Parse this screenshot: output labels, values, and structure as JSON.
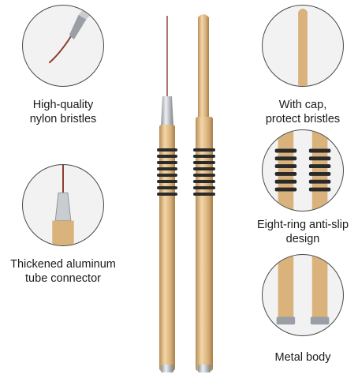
{
  "features": [
    {
      "id": "bristles",
      "label_line1": "High-quality",
      "label_line2": "nylon bristles",
      "icon": "brush-tip-icon"
    },
    {
      "id": "connector",
      "label_line1": "Thickened aluminum",
      "label_line2": "tube connector",
      "icon": "ferrule-icon"
    },
    {
      "id": "cap",
      "label_line1": "With cap,",
      "label_line2": "protect bristles",
      "icon": "cap-icon"
    },
    {
      "id": "rings",
      "label_line1": "Eight-ring anti-slip",
      "label_line2": "design",
      "icon": "grip-rings-icon"
    },
    {
      "id": "metal",
      "label_line1": "Metal body",
      "label_line2": "",
      "icon": "metal-handle-icon"
    }
  ],
  "colors": {
    "gold": "#d9b27c",
    "gold_dark": "#b98f58",
    "ring": "#2a2a2a",
    "steel": "#c9ccd1",
    "circle_border": "#4a4a4a",
    "text": "#1a1a1a"
  }
}
